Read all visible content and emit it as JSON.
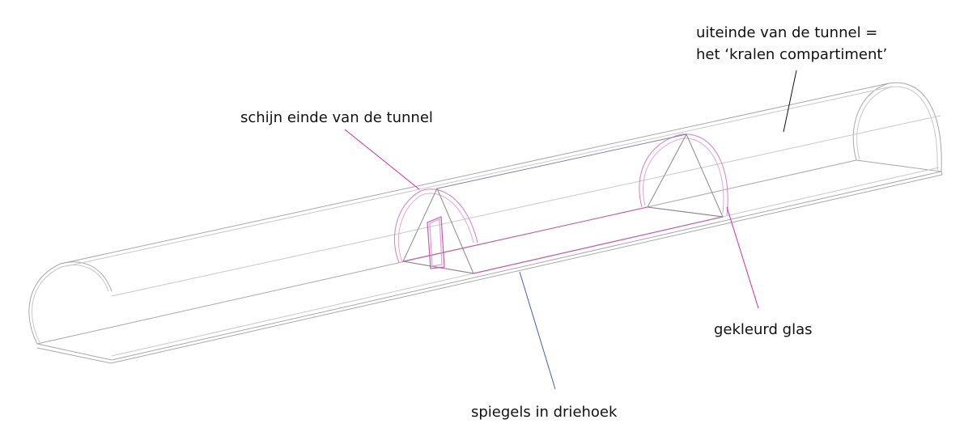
{
  "labels": {
    "tunnel_end_line1": "uiteinde van de tunnel =",
    "tunnel_end_line2": "het ‘kralen compartiment’",
    "fake_end": "schijn einde van de tunnel",
    "colored_glass": "gekleurd glas",
    "mirrors": "spiegels in driehoek"
  },
  "colors": {
    "tunnel_line": "#9a9a9a",
    "magenta": "#e0289a",
    "pink_part": "#d77cc6",
    "blue_leader": "#3b63b8",
    "black_leader": "#111111",
    "text": "#111111"
  }
}
